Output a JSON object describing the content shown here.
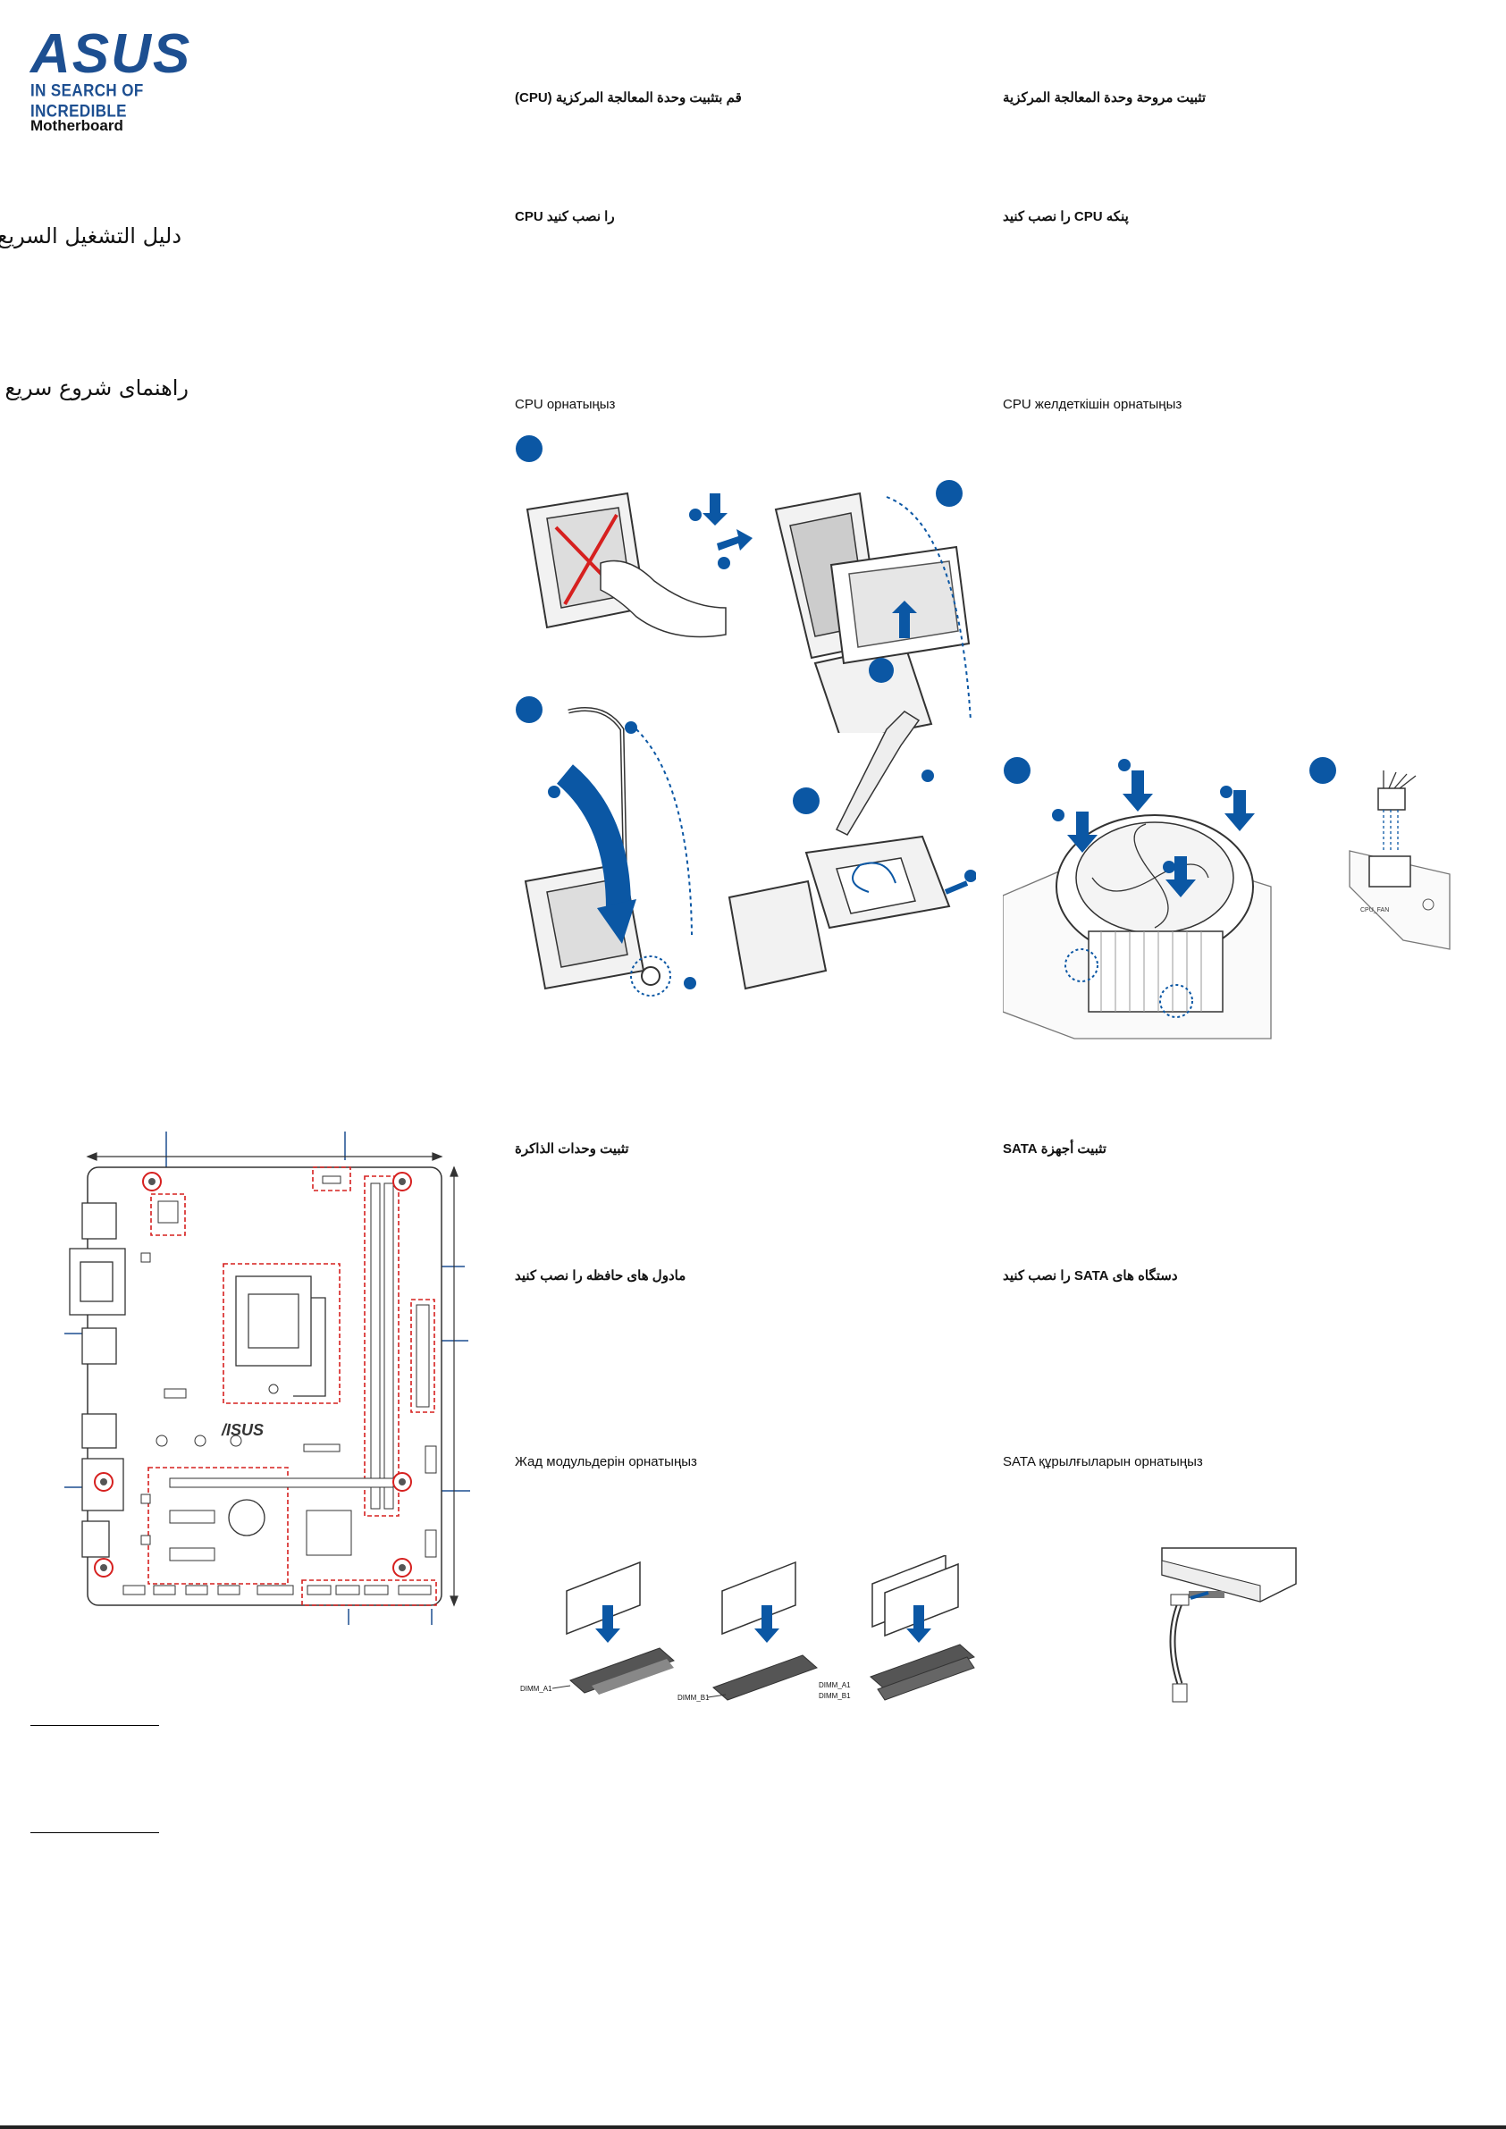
{
  "brand": {
    "name": "ASUS",
    "tagline": "IN SEARCH OF INCREDIBLE"
  },
  "product": "Motherboard",
  "guide_titles": {
    "arabic": "دليل التشغيل السريع",
    "persian": "راهنمای شروع سریع"
  },
  "sections": {
    "install_cpu": {
      "arabic": "قم بتثبيت وحدة المعالجة المركزية (CPU)",
      "persian": "CPU را نصب کنید",
      "kazakh": "CPU орнатыңыз"
    },
    "install_cpu_fan": {
      "arabic": "تثبيت مروحة وحدة المعالجة المركزية",
      "persian": "پنکه CPU را نصب کنید",
      "kazakh": "CPU желдеткішін орнатыңыз"
    },
    "install_memory": {
      "arabic": "تثبيت وحدات الذاكرة",
      "persian": "مادول های حافظه را نصب کنید",
      "kazakh": "Жад модульдерін орнатыңыз"
    },
    "install_sata": {
      "arabic": "تثبيت أجهزة SATA",
      "persian": "دستگاه های SATA را نصب کنید",
      "kazakh": "SATA құрылғыларын орнатыңыз"
    }
  },
  "labels": {
    "dimm_a1": "DIMM_A1",
    "dimm_b1": "DIMM_B1",
    "cpu_fan": "CPU_FAN",
    "board_logo": "/ISUS"
  },
  "colors": {
    "brand_blue": "#1d4f91",
    "accent_blue": "#0b57a4",
    "callout_red": "#d6201f"
  }
}
